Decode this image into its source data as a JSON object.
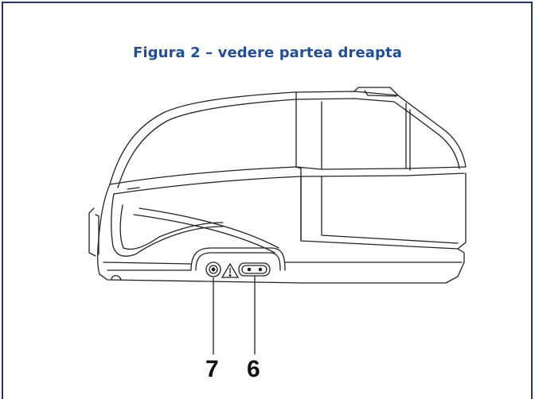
{
  "figure": {
    "caption": "Figura 2 – vedere partea dreapta",
    "callouts": [
      {
        "number": "7",
        "meaning": "dc-power-jack"
      },
      {
        "number": "6",
        "meaning": "ac-power-inlet"
      }
    ],
    "warning_symbol": "warning-triangle-icon",
    "colors": {
      "border": "#1f3864",
      "caption": "#1f4e9a",
      "lines": "#222222"
    }
  }
}
